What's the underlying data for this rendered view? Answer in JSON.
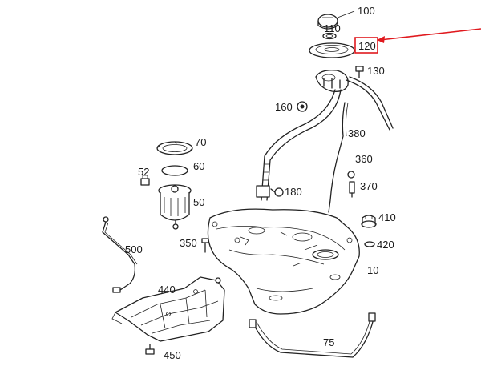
{
  "callouts": [
    {
      "id": "100",
      "text": "100"
    },
    {
      "id": "110",
      "text": "110"
    },
    {
      "id": "120",
      "text": "120"
    },
    {
      "id": "130",
      "text": "130"
    },
    {
      "id": "160",
      "text": "160"
    },
    {
      "id": "380",
      "text": "380"
    },
    {
      "id": "70",
      "text": "70"
    },
    {
      "id": "60",
      "text": "60"
    },
    {
      "id": "52",
      "text": "52"
    },
    {
      "id": "50",
      "text": "50"
    },
    {
      "id": "360",
      "text": "360"
    },
    {
      "id": "180",
      "text": "180"
    },
    {
      "id": "370",
      "text": "370"
    },
    {
      "id": "410",
      "text": "410"
    },
    {
      "id": "500",
      "text": "500"
    },
    {
      "id": "350",
      "text": "350"
    },
    {
      "id": "420",
      "text": "420"
    },
    {
      "id": "10",
      "text": "10"
    },
    {
      "id": "440",
      "text": "440"
    },
    {
      "id": "75",
      "text": "75"
    },
    {
      "id": "450",
      "text": "450"
    }
  ],
  "highlight": {
    "callout": "120",
    "color": "#e0191e"
  }
}
